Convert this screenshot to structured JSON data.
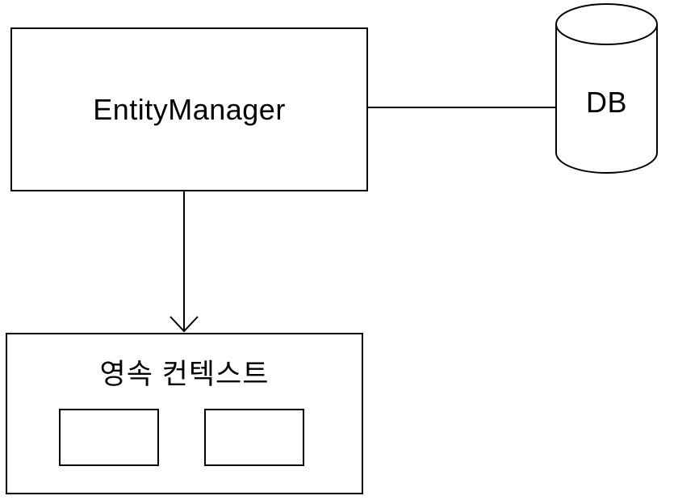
{
  "diagram": {
    "type": "architecture-diagram",
    "background_color": "#ffffff",
    "stroke_color": "#000000",
    "nodes": {
      "entity_manager": {
        "label": "EntityManager",
        "shape": "rectangle"
      },
      "db": {
        "label": "DB",
        "shape": "cylinder"
      },
      "persistence_context": {
        "label": "영속 컨텍스트",
        "shape": "rectangle",
        "entity_slots": [
          "",
          ""
        ]
      }
    },
    "connections": [
      {
        "from": "entity_manager",
        "to": "db",
        "style": "plain-line",
        "direction": "horizontal"
      },
      {
        "from": "entity_manager",
        "to": "persistence_context",
        "style": "open-arrow",
        "direction": "down"
      }
    ]
  }
}
